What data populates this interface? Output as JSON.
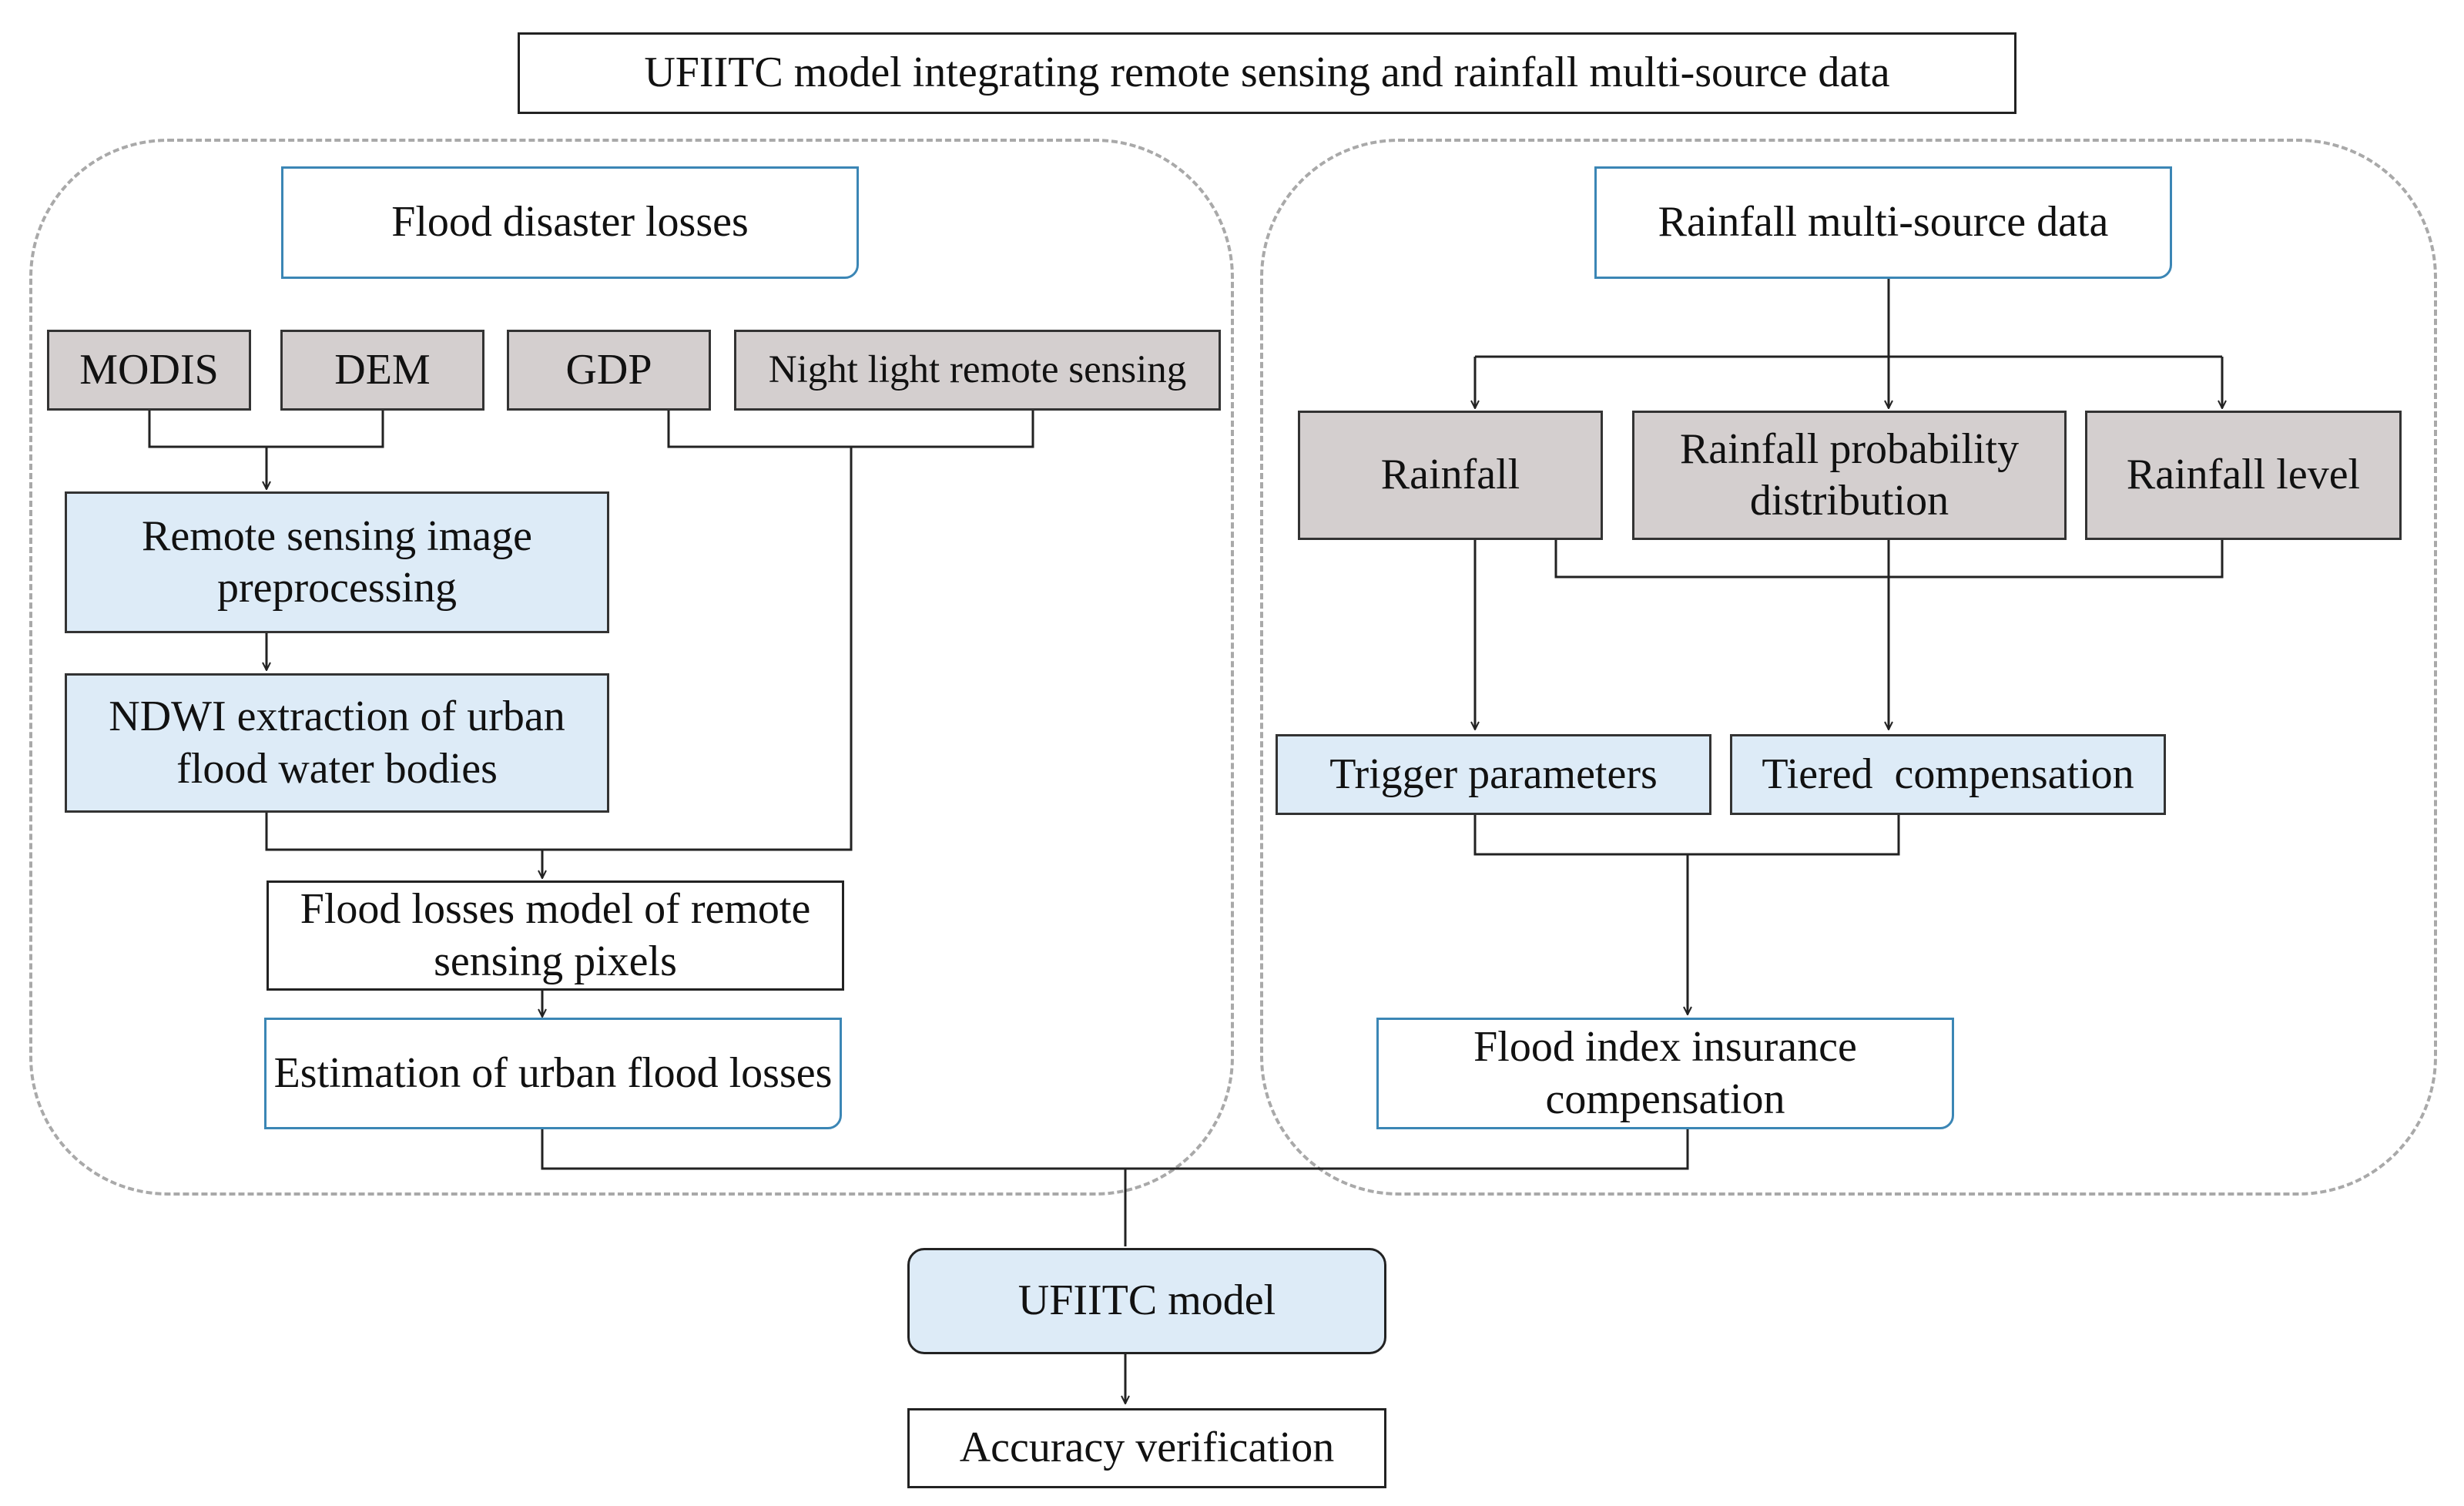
{
  "title": "UFIITC model integrating remote sensing and rainfall multi-source data",
  "left_panel": {
    "header": "Flood disaster losses",
    "sources": {
      "modis": "MODIS",
      "dem": "DEM",
      "gdp": "GDP",
      "night_light": "Night light remote sensing"
    },
    "preprocessing": "Remote sensing image preprocessing",
    "ndwi": "NDWI extraction of urban flood water bodies",
    "pixel_model": "Flood losses model of remote sensing pixels",
    "estimation": "Estimation of urban flood losses"
  },
  "right_panel": {
    "header": "Rainfall multi-source data",
    "rainfall": "Rainfall",
    "probability": "Rainfall probability distribution",
    "level": "Rainfall level",
    "trigger": "Trigger parameters",
    "tiered": "Tiered  compensation",
    "compensation": "Flood index insurance compensation"
  },
  "bottom": {
    "model": "UFIITC model",
    "accuracy": "Accuracy verification"
  }
}
